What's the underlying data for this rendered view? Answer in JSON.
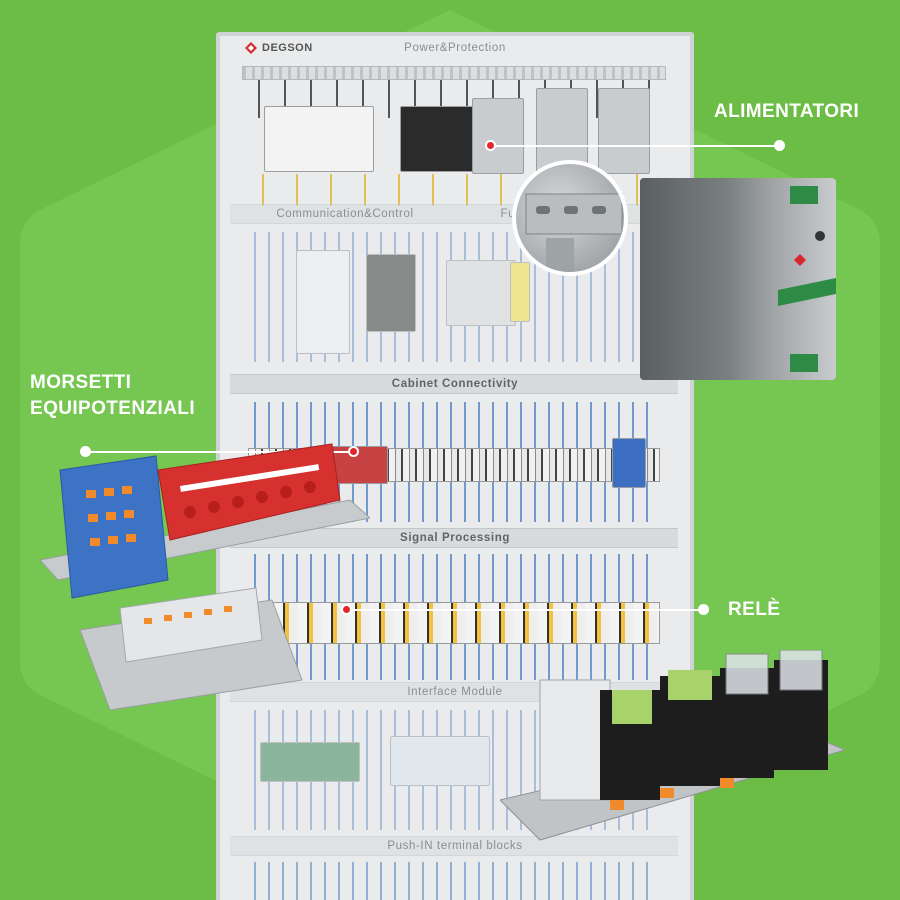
{
  "brand": {
    "name": "DEGSON",
    "accent": "#6cbd45",
    "highlight": "#e3262b"
  },
  "cabinet": {
    "sections": [
      {
        "label": "Power&Protection"
      },
      {
        "label": "Communication&Control"
      },
      {
        "label": "Function"
      },
      {
        "label": "Cabinet Connectivity"
      },
      {
        "label": "Signal Processing"
      },
      {
        "label": "Interface Module"
      },
      {
        "label": "Push-IN terminal blocks"
      }
    ]
  },
  "callouts": {
    "psu": {
      "label": "ALIMENTATORI"
    },
    "terminals": {
      "label_line1": "MORSETTI",
      "label_line2": "EQUIPOTENZIALI"
    },
    "relays": {
      "label": "RELÈ"
    }
  },
  "icons": [
    "degson-logo-icon",
    "callout-dot-icon",
    "power-supply-image",
    "terminal-block-image",
    "relay-image"
  ]
}
